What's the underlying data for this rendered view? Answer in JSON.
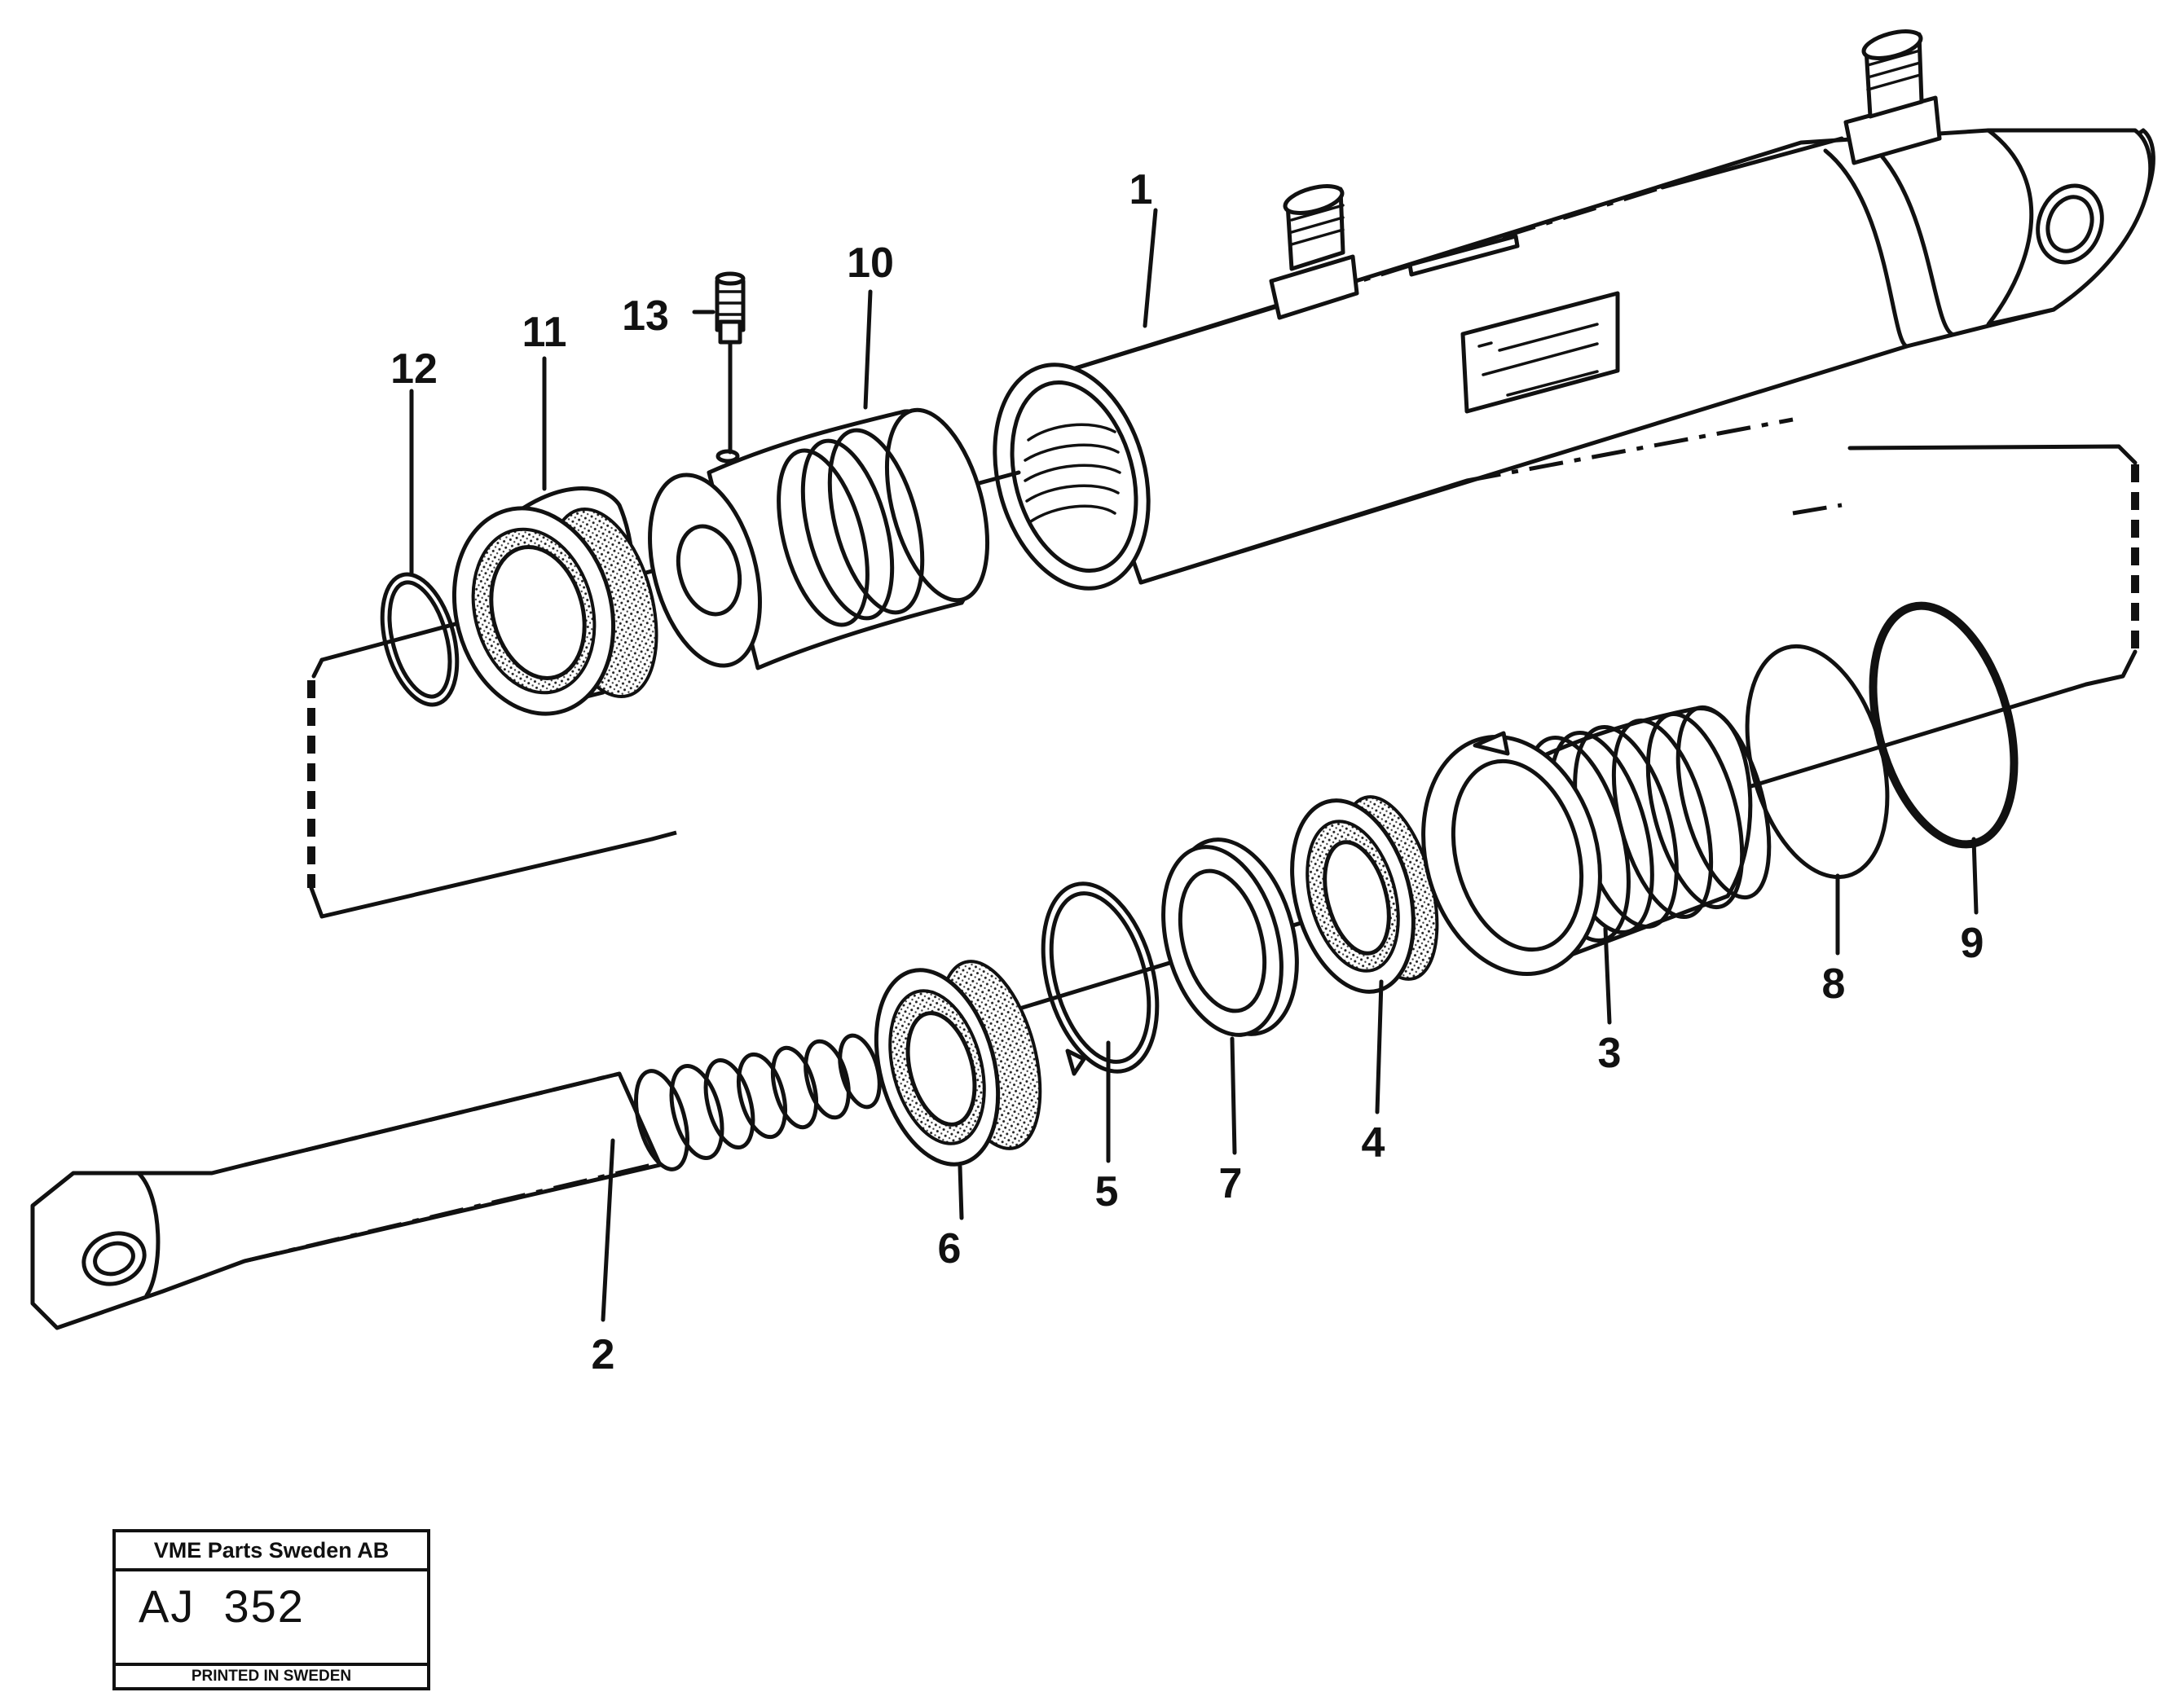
{
  "callouts": [
    {
      "id": "1",
      "text": "1"
    },
    {
      "id": "2",
      "text": "2"
    },
    {
      "id": "3",
      "text": "3"
    },
    {
      "id": "4",
      "text": "4"
    },
    {
      "id": "5",
      "text": "5"
    },
    {
      "id": "6",
      "text": "6"
    },
    {
      "id": "7",
      "text": "7"
    },
    {
      "id": "8",
      "text": "8"
    },
    {
      "id": "9",
      "text": "9"
    },
    {
      "id": "10",
      "text": "10"
    },
    {
      "id": "11",
      "text": "11"
    },
    {
      "id": "12",
      "text": "12"
    },
    {
      "id": "13",
      "text": "13"
    }
  ],
  "title_block": {
    "company": "VME Parts Sweden AB",
    "code": "AJ  352",
    "printed": "PRINTED IN SWEDEN"
  }
}
